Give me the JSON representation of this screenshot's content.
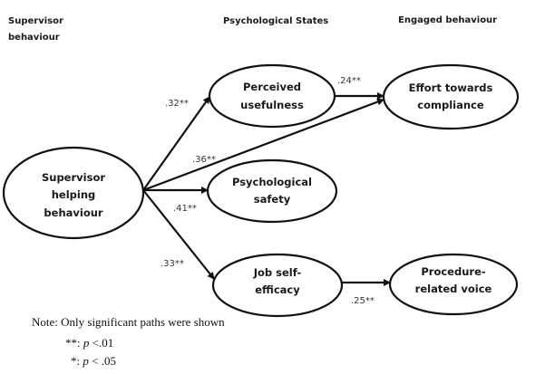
{
  "headers": {
    "supervisor": [
      "Supervisor",
      "behaviour"
    ],
    "psych": "Psychological States",
    "engaged": "Engaged behaviour"
  },
  "nodes": {
    "shb": [
      "Supervisor",
      "helping",
      "behaviour"
    ],
    "pu": [
      "Perceived",
      "usefulness"
    ],
    "ps": [
      "Psychological",
      "safety"
    ],
    "jse": [
      "Job self-",
      "efficacy"
    ],
    "etc": [
      "Effort towards",
      "compliance"
    ],
    "prv": [
      "Procedure-",
      "related voice"
    ]
  },
  "paths": [
    {
      "from": "Supervisor helping behaviour",
      "to": "Perceived usefulness",
      "coef": ".32**"
    },
    {
      "from": "Supervisor helping behaviour",
      "to": "Effort towards compliance",
      "coef": ".36**"
    },
    {
      "from": "Supervisor helping behaviour",
      "to": "Psychological safety",
      "coef": ".41**"
    },
    {
      "from": "Supervisor helping behaviour",
      "to": "Job self-efficacy",
      "coef": ".33**"
    },
    {
      "from": "Perceived usefulness",
      "to": "Effort towards compliance",
      "coef": ".24**"
    },
    {
      "from": "Job self-efficacy",
      "to": "Procedure-related voice",
      "coef": ".25**"
    }
  ],
  "note": {
    "text": "Note: Only significant paths were shown",
    "legend": [
      {
        "stars": "**:",
        "p": "p",
        "rest": " <.01"
      },
      {
        "stars": "*:",
        "p": "p",
        "rest": " < .05"
      }
    ]
  }
}
